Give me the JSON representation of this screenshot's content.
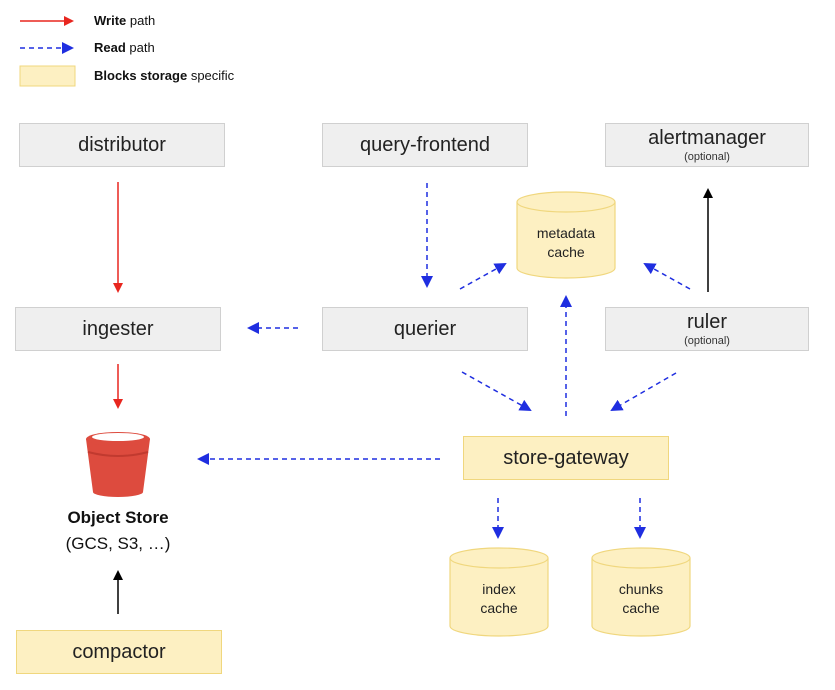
{
  "legend": {
    "write_bold": "Write",
    "write_rest": " path",
    "read_bold": "Read",
    "read_rest": " path",
    "blocks_bold": "Blocks storage",
    "blocks_rest": " specific"
  },
  "components": {
    "distributor": "distributor",
    "query_frontend": "query-frontend",
    "alertmanager": "alertmanager",
    "alertmanager_note": "(optional)",
    "ingester": "ingester",
    "querier": "querier",
    "ruler": "ruler",
    "ruler_note": "(optional)",
    "store_gateway": "store-gateway",
    "compactor": "compactor"
  },
  "caches": {
    "metadata": [
      "metadata",
      "cache"
    ],
    "index": [
      "index",
      "cache"
    ],
    "chunks": [
      "chunks",
      "cache"
    ]
  },
  "object_store": {
    "title": "Object Store",
    "subtitle": "(GCS, S3, …)"
  },
  "colors": {
    "write_path": "#e8261f",
    "read_path": "#1f2ee0",
    "other_arrow": "#000000",
    "gray_box": "#efefef",
    "yellow_box": "#fdf0c2",
    "bucket": "#dd4b3e"
  }
}
